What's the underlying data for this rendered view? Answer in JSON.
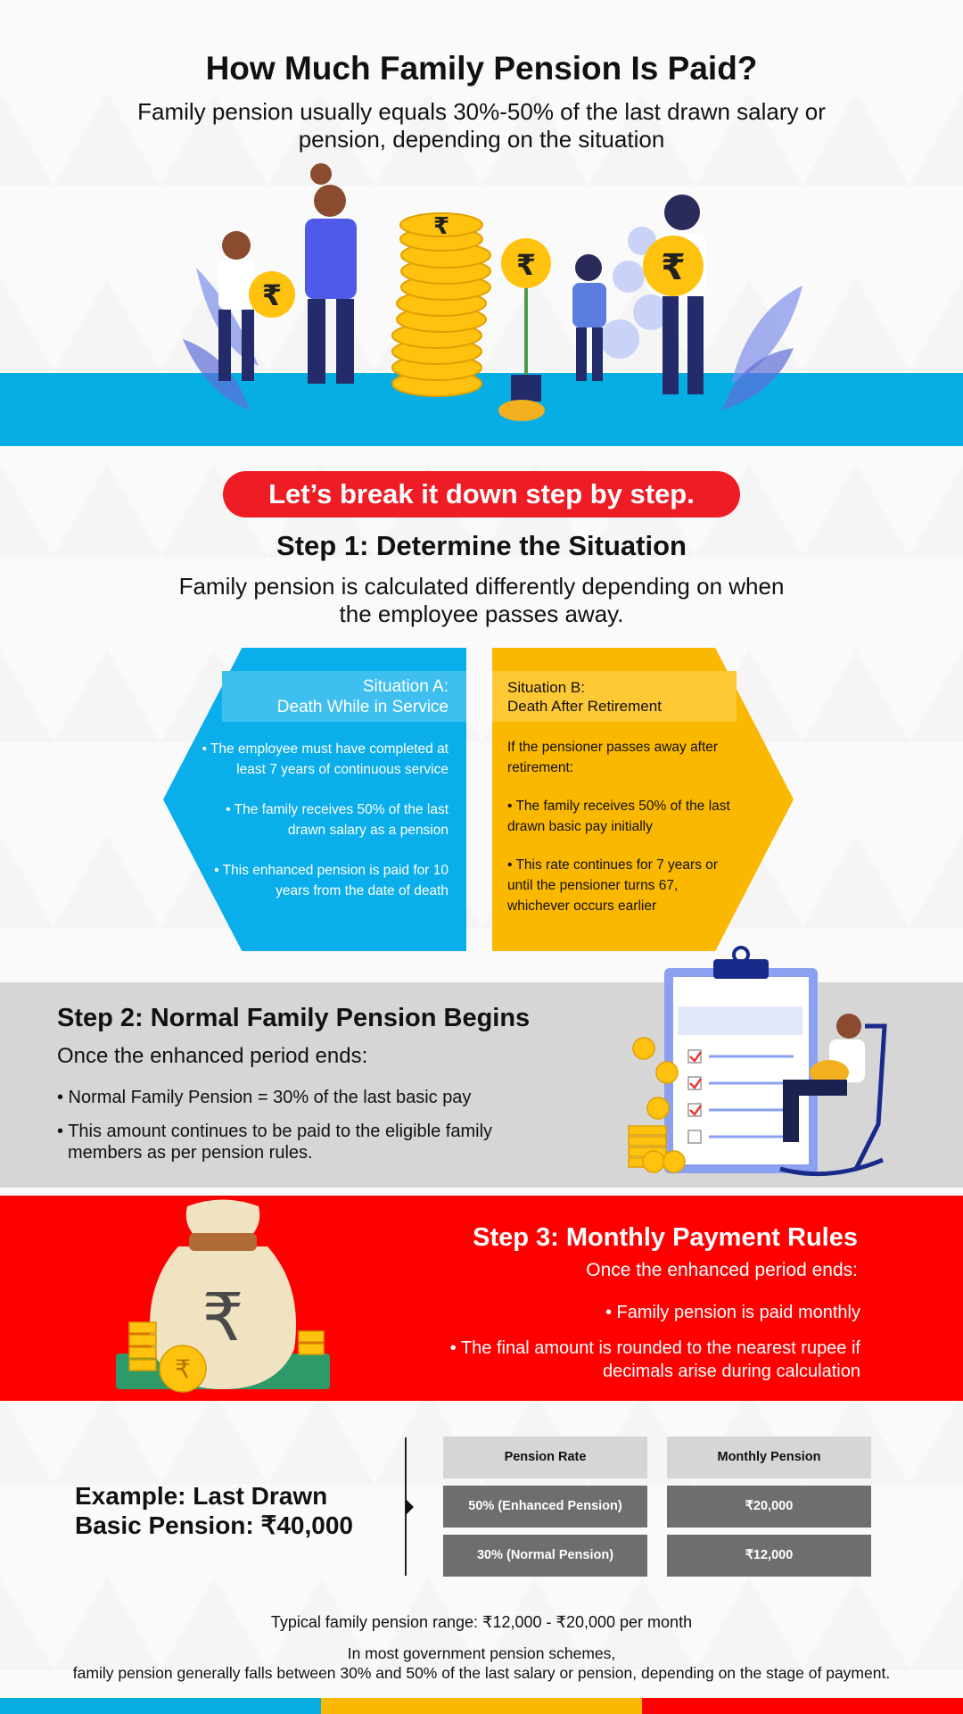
{
  "header": {
    "title": "How Much Family Pension Is Paid?",
    "subtitle": "Family pension usually equals 30%-50% of the last drawn salary or pension, depending on the situation"
  },
  "banner": {
    "label": "Let’s break it down step by step."
  },
  "step1": {
    "title": "Step 1: Determine the Situation",
    "description": "Family pension is calculated differently depending on when the employee passes away.",
    "situation_a": {
      "label": "Situation A:",
      "heading": "Death While in Service",
      "points": [
        "• The employee must have completed at least 7 years of continuous service",
        "• The family receives 50% of the last drawn salary as a pension",
        "• This enhanced pension is paid for 10 years from the date of death"
      ]
    },
    "situation_b": {
      "label": "Situation B:",
      "heading": "Death After Retirement",
      "intro": "If the pensioner passes away after retirement:",
      "points": [
        "• The family receives 50% of the last drawn basic pay initially",
        "• This rate continues for 7 years or until the pensioner turns 67, whichever occurs earlier"
      ]
    }
  },
  "step2": {
    "title": "Step 2: Normal Family Pension Begins",
    "subtitle": "Once the enhanced period ends:",
    "points": [
      "• Normal Family Pension = 30% of the last basic pay",
      "• This amount continues to be paid to the eligible family members as per pension rules."
    ]
  },
  "step3": {
    "title": "Step 3: Monthly Payment Rules",
    "subtitle": "Once the enhanced period ends:",
    "points": [
      "• Family pension is paid monthly",
      "• The final amount is rounded to the nearest rupee if decimals arise during calculation"
    ]
  },
  "example": {
    "title": "Example: Last Drawn Basic Pension: ₹40,000",
    "table": {
      "headers": [
        "Pension Rate",
        "Monthly Pension"
      ],
      "rows": [
        [
          "50% (Enhanced Pension)",
          "₹20,000"
        ],
        [
          "30% (Normal Pension)",
          "₹12,000"
        ]
      ]
    }
  },
  "footer": {
    "range": "Typical family pension range: ₹12,000 - ₹20,000 per month",
    "note_line1": "In most government pension schemes,",
    "note_line2": "family pension generally falls between 30% and 50% of the last salary or pension, depending on the stage of payment."
  },
  "colors": {
    "blue": "#07aee4",
    "yellow": "#fbb800",
    "red": "#fe0000",
    "grey": "#d6d6d7",
    "dark_grey": "#6e6e6e"
  },
  "icons": [
    "family-illustration",
    "rupee-coin-icon",
    "clipboard-checklist-icon",
    "money-bag-icon"
  ]
}
